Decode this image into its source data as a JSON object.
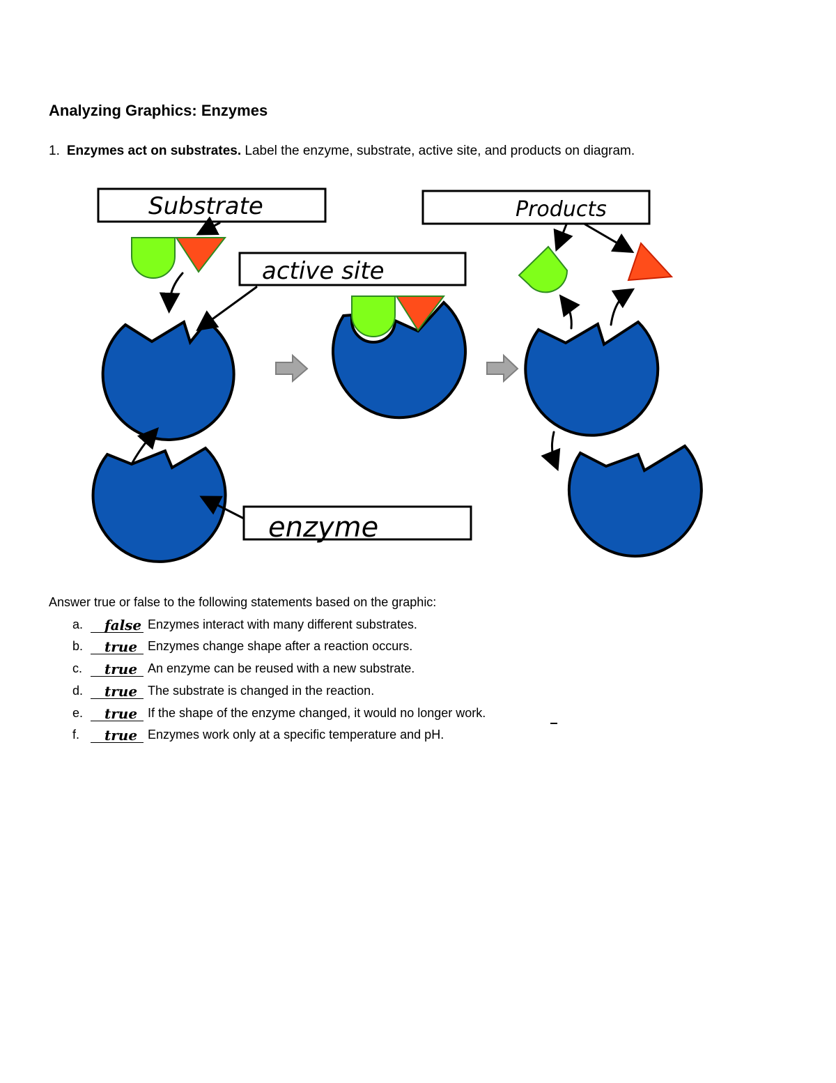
{
  "worksheet": {
    "title": "Analyzing Graphics: Enzymes",
    "question1": {
      "number": "1.",
      "bold_text": "Enzymes act on substrates.",
      "text": " Label the enzyme, substrate, active site, and products on diagram."
    }
  },
  "diagram": {
    "labels": {
      "substrate": "Substrate",
      "active_site": "active site",
      "products": "Products",
      "enzyme": "enzyme"
    },
    "colors": {
      "enzyme": "#0d56b3",
      "substrate_half_circle": "#80ff1a",
      "substrate_triangle": "#ff4d1a",
      "process_arrow": "#a6a6a6",
      "outline": "#000000"
    }
  },
  "true_false": {
    "intro": "Answer true or false to the following statements based on the graphic:",
    "items": [
      {
        "letter": "a.",
        "answer": "false",
        "statement": "Enzymes interact with  many different  substrates."
      },
      {
        "letter": "b.",
        "answer": "true",
        "statement": "Enzymes change shape after a reaction occurs."
      },
      {
        "letter": "c.",
        "answer": "true",
        "statement": "An enzyme can be reused with a new substrate."
      },
      {
        "letter": "d.",
        "answer": "true",
        "statement": "The substrate is changed in the reaction."
      },
      {
        "letter": "e.",
        "answer": "true",
        "statement": "If the shape of the enzyme changed, it would no longer work."
      },
      {
        "letter": "f.",
        "answer": "true",
        "statement": "Enzymes work only at a specific temperature and pH."
      }
    ]
  }
}
